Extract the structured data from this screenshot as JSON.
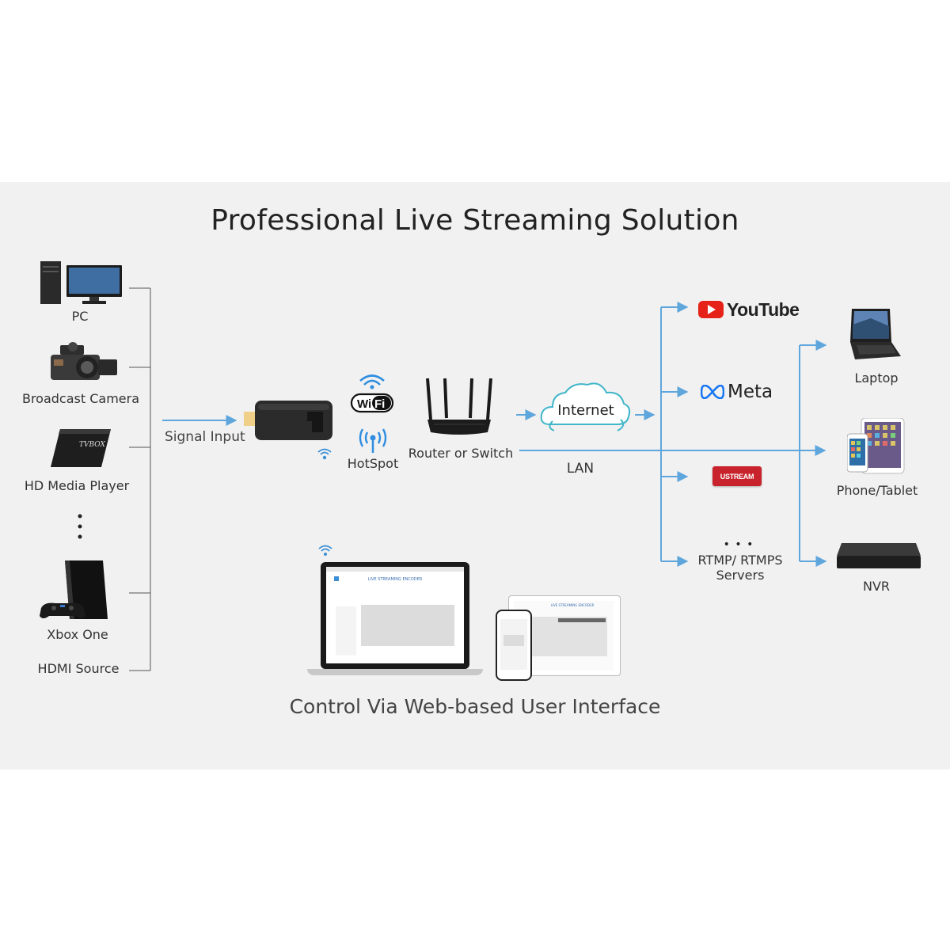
{
  "title": "Professional Live Streaming Solution",
  "sources": {
    "pc": "PC",
    "camera": "Broadcast Camera",
    "media_player": "HD Media Player",
    "tvbox_text": "TVBOX",
    "xbox": "Xbox One",
    "hdmi": "HDMI Source"
  },
  "signal_input": "Signal Input",
  "wifi_badge": {
    "left": "Wi",
    "right": "Fi"
  },
  "hotspot": "HotSpot",
  "router": "Router or Switch",
  "internet": "Internet",
  "lan": "LAN",
  "platforms": {
    "youtube": "YouTube",
    "meta": "Meta",
    "ustream": "USTREAM",
    "ellipsis": "• • •",
    "rtmp_line1": "RTMP/ RTMPS",
    "rtmp_line2": "Servers"
  },
  "devices": {
    "laptop": "Laptop",
    "phone_tablet": "Phone/Tablet",
    "nvr": "NVR"
  },
  "ui_screen_title": "LIVE STREAMING ENCODER",
  "footer": "Control Via Web-based User Interface",
  "colors": {
    "arrow": "#5fa6dd",
    "bracket": "#555555",
    "youtube_red": "#e62117",
    "ustream_red": "#c8232c"
  }
}
